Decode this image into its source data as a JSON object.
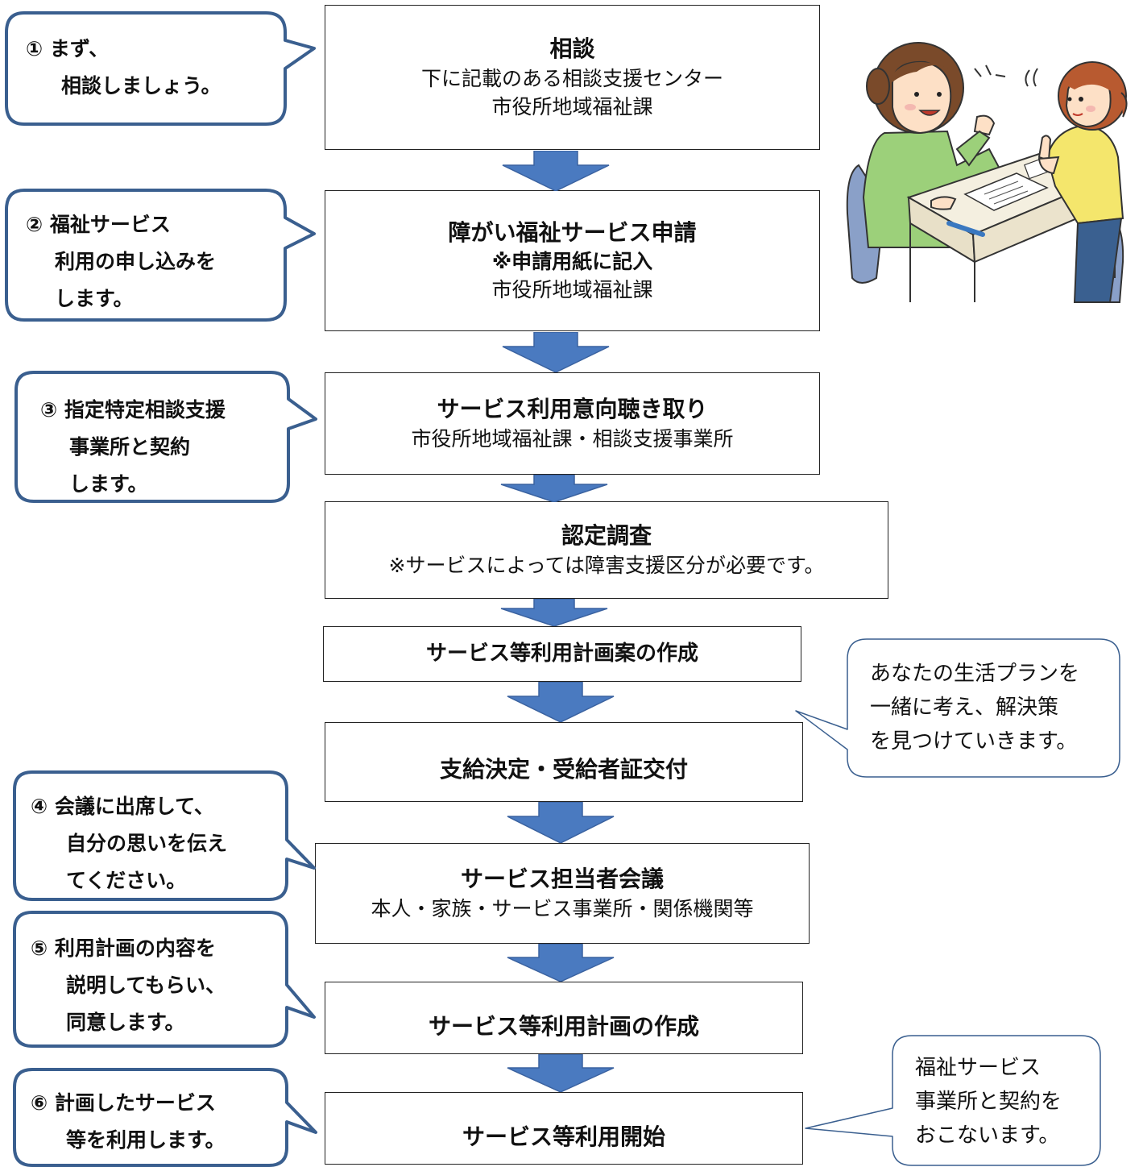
{
  "steps": [
    {
      "title": "相談",
      "lines": [
        "下に記載のある相談支援センター",
        "市役所地域福祉課"
      ]
    },
    {
      "title": "障がい福祉サービス申請",
      "lines": [
        "※申請用紙に記入",
        "市役所地域福祉課"
      ]
    },
    {
      "title": "サービス利用意向聴き取り",
      "lines": [
        "市役所地域福祉課・相談支援事業所"
      ]
    },
    {
      "title": "認定調査",
      "lines": [
        "※サービスによっては障害支援区分が必要です。"
      ]
    },
    {
      "title": "サービス等利用計画案の作成",
      "lines": []
    },
    {
      "title": "支給決定・受給者証交付",
      "lines": []
    },
    {
      "title": "サービス担当者会議",
      "lines": [
        "本人・家族・サービス事業所・関係機関等"
      ]
    },
    {
      "title": "サービス等利用計画の作成",
      "lines": []
    },
    {
      "title": "サービス等利用開始",
      "lines": []
    }
  ],
  "callouts": [
    {
      "lines": [
        "① まず、",
        "相談しましょう。"
      ]
    },
    {
      "lines": [
        "② 福祉サービス",
        "利用の申し込みを",
        "します。"
      ]
    },
    {
      "lines": [
        "③ 指定特定相談支援",
        "事業所と契約",
        "します。"
      ]
    },
    {
      "lines": [
        "④ 会議に出席して、",
        "自分の思いを伝え",
        "てください。"
      ]
    },
    {
      "lines": [
        "⑤ 利用計画の内容を",
        "説明してもらい、",
        "同意します。"
      ]
    },
    {
      "lines": [
        "⑥ 計画したサービス",
        "等を利用します。"
      ]
    }
  ],
  "notes": [
    {
      "lines": [
        "あなたの生活プランを",
        "一緒に考え、解決策",
        "を見つけていきます。"
      ]
    },
    {
      "lines": [
        "福祉サービス",
        "事業所と契約を",
        "おこないます。"
      ]
    }
  ],
  "colors": {
    "arrow": "#4a7ac0",
    "callout_border": "#3a5f8f",
    "box_border": "#222222"
  }
}
